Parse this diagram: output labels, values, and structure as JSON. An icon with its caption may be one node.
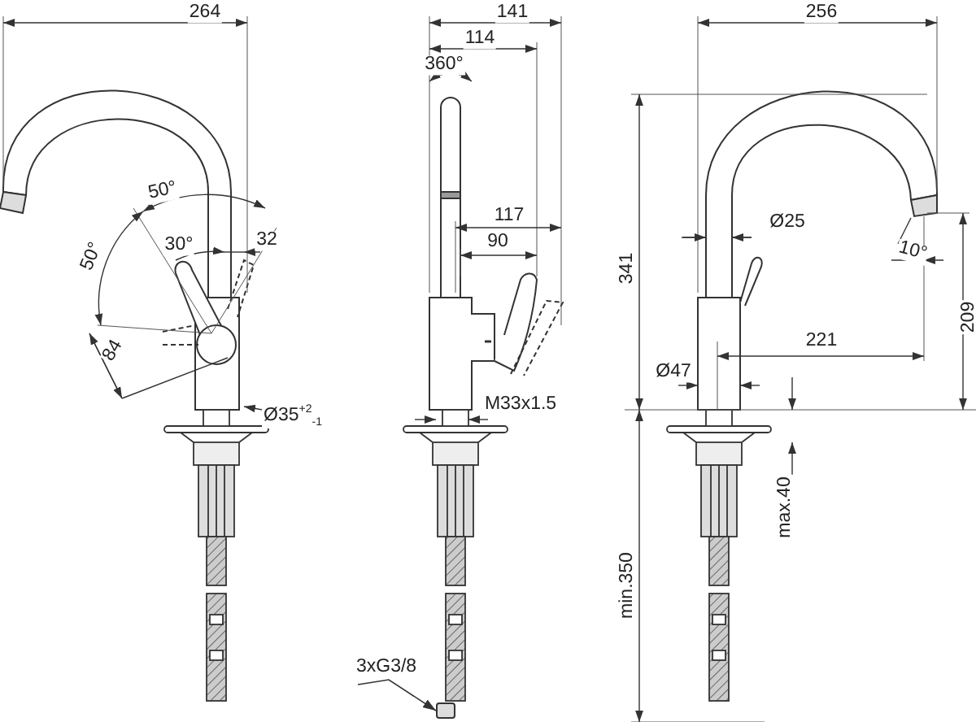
{
  "diagram": {
    "nodes": [
      {
        "text": [
          "3xG3/8"
        ]
      },
      {
        "text": [],
        "shape": "box"
      }
    ],
    "edges": [
      {
        "from": 0,
        "to": 1,
        "arrow": "to"
      }
    ],
    "labels": [
      "264",
      "50°",
      "50°",
      "30°",
      "32",
      "84",
      "Ø35$^{+2}$$_{-1}$",
      "141",
      "114",
      "360°",
      "117",
      "90",
      "M33x1.5",
      "256",
      "Ø25",
      "10°",
      "341",
      "209",
      "221",
      "Ø47",
      "max.40",
      "min.350"
    ]
  }
}
